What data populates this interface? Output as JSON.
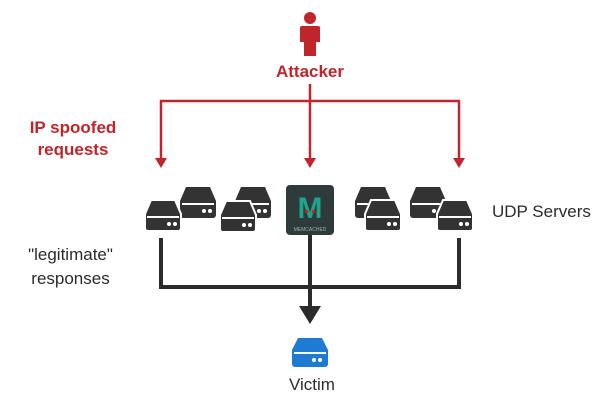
{
  "labels": {
    "attacker": "Attacker",
    "spoofed_line1": "IP spoofed",
    "spoofed_line2": "requests",
    "legit_line1": "\"legitimate\"",
    "legit_line2": "responses",
    "udp_servers": "UDP Servers",
    "victim": "Victim",
    "memcached_letter": "M",
    "memcached_name": "MEMCACHED"
  },
  "colors": {
    "attack": "#c0252b",
    "response": "#2b2b2b",
    "server": "#333333",
    "victim": "#1f7ad1",
    "memcached_bg": "#2f3a3a",
    "memcached_letter": "#1ca58a",
    "memcached_dots": "#c0252b"
  },
  "icons": {
    "attacker": "person-icon",
    "server": "server-icon",
    "victim": "server-icon",
    "memcached": "memcached-logo-icon"
  }
}
